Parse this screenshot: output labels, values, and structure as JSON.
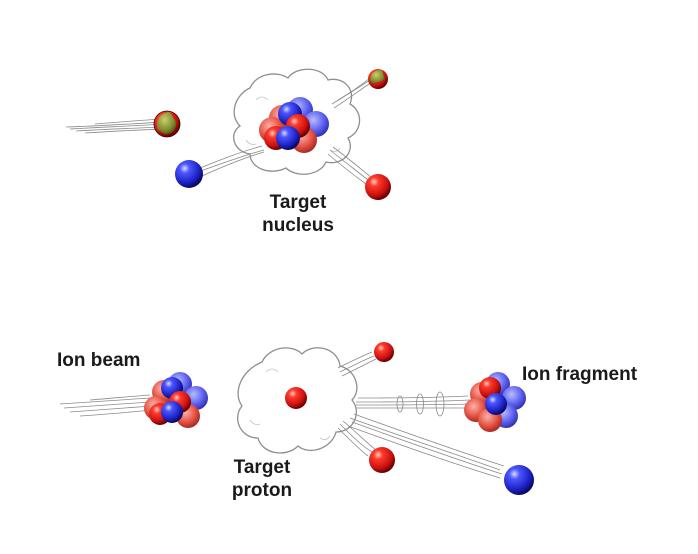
{
  "labels": {
    "target_nucleus": [
      "Target",
      "nucleus"
    ],
    "ion_beam": "Ion beam",
    "ion_fragment": "Ion fragment",
    "target_proton": [
      "Target",
      "proton"
    ]
  },
  "colors": {
    "proton": "#d81e1e",
    "neutron": "#2630c8",
    "fragment_green": "#7a8a2a",
    "trail": "#8a8a8a",
    "cloud": "#9a9a9a"
  }
}
